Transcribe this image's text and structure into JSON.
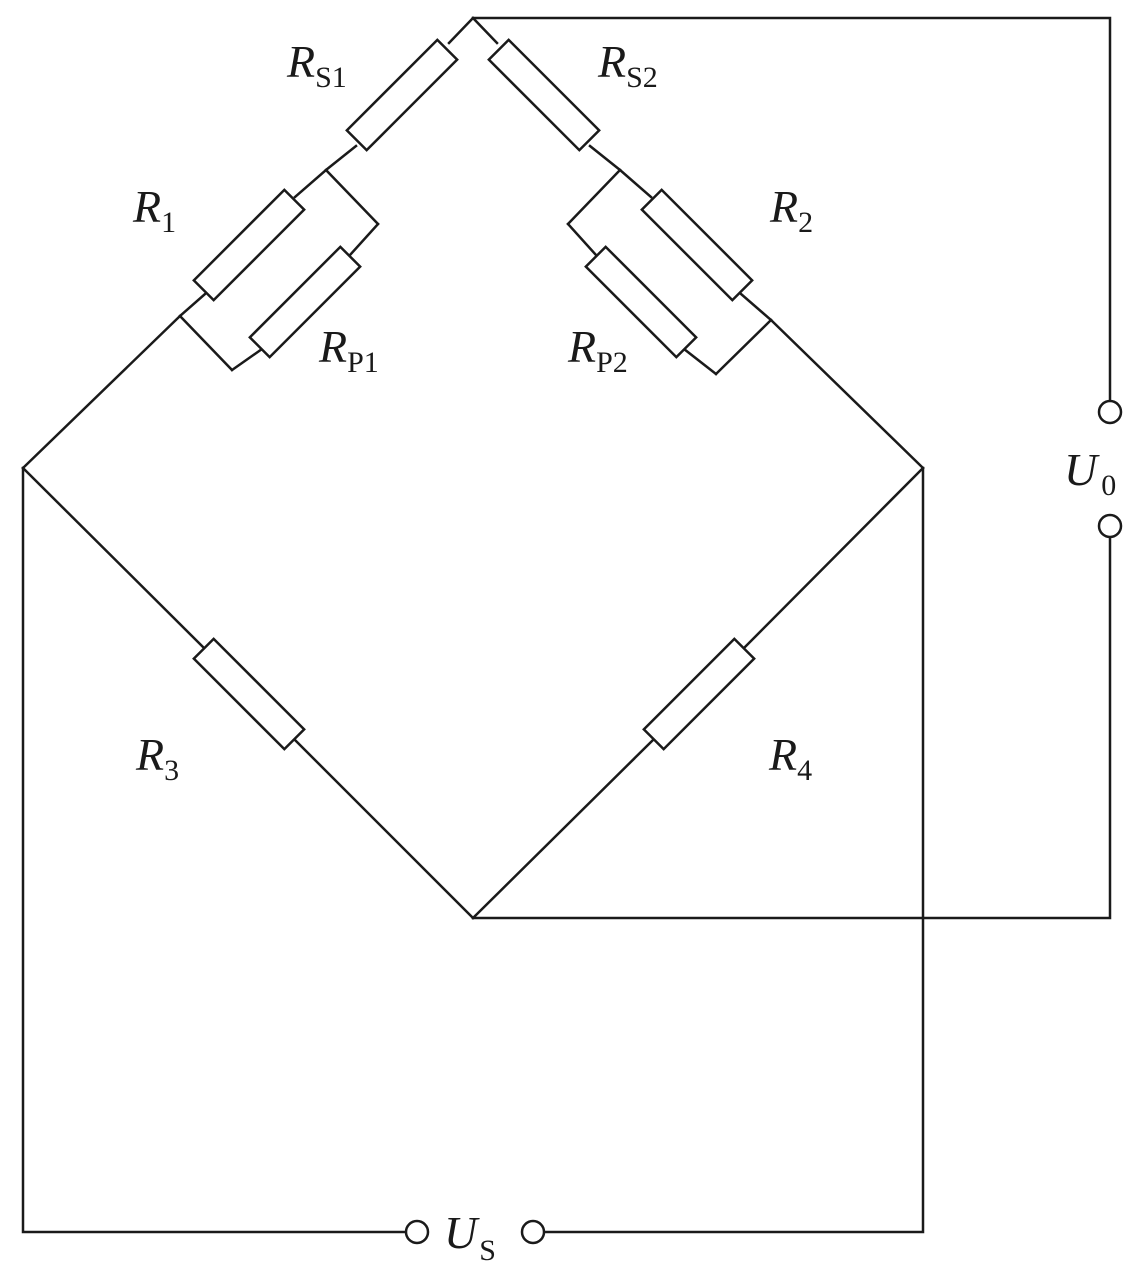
{
  "circuit": {
    "labels": {
      "rs1": {
        "main": "R",
        "sub": "S1"
      },
      "rs2": {
        "main": "R",
        "sub": "S2"
      },
      "r1": {
        "main": "R",
        "sub": "1"
      },
      "r2": {
        "main": "R",
        "sub": "2"
      },
      "rp1": {
        "main": "R",
        "sub": "P1"
      },
      "rp2": {
        "main": "R",
        "sub": "P2"
      },
      "r3": {
        "main": "R",
        "sub": "3"
      },
      "r4": {
        "main": "R",
        "sub": "4"
      },
      "u0": {
        "main": "U",
        "sub": "0"
      },
      "us": {
        "main": "U",
        "sub": "S"
      }
    }
  }
}
